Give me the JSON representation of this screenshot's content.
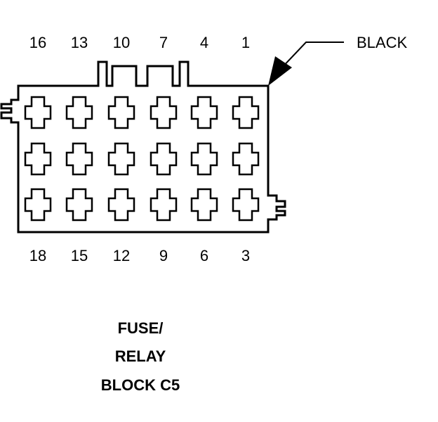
{
  "connector": {
    "top_pin_labels": [
      "16",
      "13",
      "10",
      "7",
      "4",
      "1"
    ],
    "bottom_pin_labels": [
      "18",
      "15",
      "12",
      "9",
      "6",
      "3"
    ],
    "color_callout": "BLACK",
    "title_lines": [
      "FUSE/",
      "RELAY",
      "BLOCK C5"
    ],
    "cavity_rows": 3,
    "cavity_columns": 6
  }
}
